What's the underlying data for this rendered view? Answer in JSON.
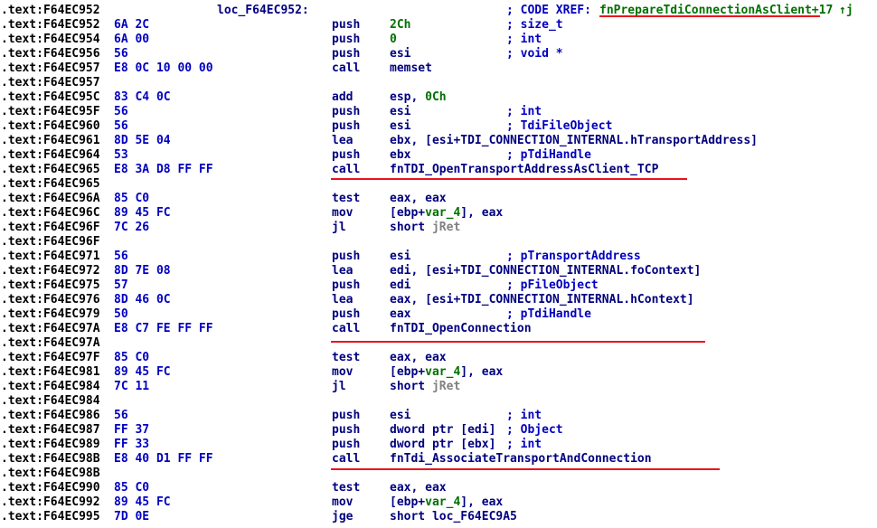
{
  "listing": {
    "rows": [
      {
        "addr": ".text:F64EC952",
        "bytes": "",
        "label": "loc_F64EC952:",
        "mnem": "",
        "ops": [],
        "comment": "; CODE XREF: ",
        "xref": "fnPrepareTdiConnectionAsClient+17",
        "arrow": "↑j"
      },
      {
        "addr": ".text:F64EC952",
        "bytes": "6A 2C",
        "label": "",
        "mnem": "push",
        "ops": [
          {
            "t": "2Ch",
            "c": "imm"
          }
        ],
        "comment": "; size_t"
      },
      {
        "addr": ".text:F64EC954",
        "bytes": "6A 00",
        "label": "",
        "mnem": "push",
        "ops": [
          {
            "t": "0",
            "c": "imm"
          }
        ],
        "comment": "; int"
      },
      {
        "addr": ".text:F64EC956",
        "bytes": "56",
        "label": "",
        "mnem": "push",
        "ops": [
          {
            "t": "esi"
          }
        ],
        "comment": "; void *"
      },
      {
        "addr": ".text:F64EC957",
        "bytes": "E8 0C 10 00 00",
        "label": "",
        "mnem": "call",
        "ops": [
          {
            "t": "memset"
          }
        ],
        "comment": ""
      },
      {
        "addr": ".text:F64EC957",
        "bytes": "",
        "label": "",
        "mnem": "",
        "ops": [],
        "comment": ""
      },
      {
        "addr": ".text:F64EC95C",
        "bytes": "83 C4 0C",
        "label": "",
        "mnem": "add",
        "ops": [
          {
            "t": "esp, "
          },
          {
            "t": "0Ch",
            "c": "imm"
          }
        ],
        "comment": ""
      },
      {
        "addr": ".text:F64EC95F",
        "bytes": "56",
        "label": "",
        "mnem": "push",
        "ops": [
          {
            "t": "esi"
          }
        ],
        "comment": "; int"
      },
      {
        "addr": ".text:F64EC960",
        "bytes": "56",
        "label": "",
        "mnem": "push",
        "ops": [
          {
            "t": "esi"
          }
        ],
        "comment": "; TdiFileObject"
      },
      {
        "addr": ".text:F64EC961",
        "bytes": "8D 5E 04",
        "label": "",
        "mnem": "lea",
        "ops": [
          {
            "t": "ebx, [esi+TDI_CONNECTION_INTERNAL.hTransportAddress]"
          }
        ],
        "comment": ""
      },
      {
        "addr": ".text:F64EC964",
        "bytes": "53",
        "label": "",
        "mnem": "push",
        "ops": [
          {
            "t": "ebx"
          }
        ],
        "comment": "; pTdiHandle"
      },
      {
        "addr": ".text:F64EC965",
        "bytes": "E8 3A D8 FF FF",
        "label": "",
        "mnem": "call",
        "ops": [
          {
            "t": "fnTDI_OpenTransportAddressAsClient_TCP"
          }
        ],
        "comment": ""
      },
      {
        "addr": ".text:F64EC965",
        "bytes": "",
        "label": "",
        "mnem": "",
        "ops": [],
        "comment": ""
      },
      {
        "addr": ".text:F64EC96A",
        "bytes": "85 C0",
        "label": "",
        "mnem": "test",
        "ops": [
          {
            "t": "eax, eax"
          }
        ],
        "comment": ""
      },
      {
        "addr": ".text:F64EC96C",
        "bytes": "89 45 FC",
        "label": "",
        "mnem": "mov",
        "ops": [
          {
            "t": "[ebp+"
          },
          {
            "t": "var_4",
            "c": "imm"
          },
          {
            "t": "], eax"
          }
        ],
        "comment": ""
      },
      {
        "addr": ".text:F64EC96F",
        "bytes": "7C 26",
        "label": "",
        "mnem": "jl",
        "ops": [
          {
            "t": "short "
          },
          {
            "t": "jRet",
            "c": "gray"
          }
        ],
        "comment": ""
      },
      {
        "addr": ".text:F64EC96F",
        "bytes": "",
        "label": "",
        "mnem": "",
        "ops": [],
        "comment": ""
      },
      {
        "addr": ".text:F64EC971",
        "bytes": "56",
        "label": "",
        "mnem": "push",
        "ops": [
          {
            "t": "esi"
          }
        ],
        "comment": "; pTransportAddress"
      },
      {
        "addr": ".text:F64EC972",
        "bytes": "8D 7E 08",
        "label": "",
        "mnem": "lea",
        "ops": [
          {
            "t": "edi, [esi+TDI_CONNECTION_INTERNAL.foContext]"
          }
        ],
        "comment": ""
      },
      {
        "addr": ".text:F64EC975",
        "bytes": "57",
        "label": "",
        "mnem": "push",
        "ops": [
          {
            "t": "edi"
          }
        ],
        "comment": "; pFileObject"
      },
      {
        "addr": ".text:F64EC976",
        "bytes": "8D 46 0C",
        "label": "",
        "mnem": "lea",
        "ops": [
          {
            "t": "eax, [esi+TDI_CONNECTION_INTERNAL.hContext]"
          }
        ],
        "comment": ""
      },
      {
        "addr": ".text:F64EC979",
        "bytes": "50",
        "label": "",
        "mnem": "push",
        "ops": [
          {
            "t": "eax"
          }
        ],
        "comment": "; pTdiHandle"
      },
      {
        "addr": ".text:F64EC97A",
        "bytes": "E8 C7 FE FF FF",
        "label": "",
        "mnem": "call",
        "ops": [
          {
            "t": "fnTDI_OpenConnection"
          }
        ],
        "comment": ""
      },
      {
        "addr": ".text:F64EC97A",
        "bytes": "",
        "label": "",
        "mnem": "",
        "ops": [],
        "comment": ""
      },
      {
        "addr": ".text:F64EC97F",
        "bytes": "85 C0",
        "label": "",
        "mnem": "test",
        "ops": [
          {
            "t": "eax, eax"
          }
        ],
        "comment": ""
      },
      {
        "addr": ".text:F64EC981",
        "bytes": "89 45 FC",
        "label": "",
        "mnem": "mov",
        "ops": [
          {
            "t": "[ebp+"
          },
          {
            "t": "var_4",
            "c": "imm"
          },
          {
            "t": "], eax"
          }
        ],
        "comment": ""
      },
      {
        "addr": ".text:F64EC984",
        "bytes": "7C 11",
        "label": "",
        "mnem": "jl",
        "ops": [
          {
            "t": "short "
          },
          {
            "t": "jRet",
            "c": "gray"
          }
        ],
        "comment": ""
      },
      {
        "addr": ".text:F64EC984",
        "bytes": "",
        "label": "",
        "mnem": "",
        "ops": [],
        "comment": ""
      },
      {
        "addr": ".text:F64EC986",
        "bytes": "56",
        "label": "",
        "mnem": "push",
        "ops": [
          {
            "t": "esi"
          }
        ],
        "comment": "; int"
      },
      {
        "addr": ".text:F64EC987",
        "bytes": "FF 37",
        "label": "",
        "mnem": "push",
        "ops": [
          {
            "t": "dword ptr [edi]"
          }
        ],
        "comment": "; Object"
      },
      {
        "addr": ".text:F64EC989",
        "bytes": "FF 33",
        "label": "",
        "mnem": "push",
        "ops": [
          {
            "t": "dword ptr [ebx]"
          }
        ],
        "comment": "; int"
      },
      {
        "addr": ".text:F64EC98B",
        "bytes": "E8 40 D1 FF FF",
        "label": "",
        "mnem": "call",
        "ops": [
          {
            "t": "fnTdi_AssociateTransportAndConnection"
          }
        ],
        "comment": ""
      },
      {
        "addr": ".text:F64EC98B",
        "bytes": "",
        "label": "",
        "mnem": "",
        "ops": [],
        "comment": ""
      },
      {
        "addr": ".text:F64EC990",
        "bytes": "85 C0",
        "label": "",
        "mnem": "test",
        "ops": [
          {
            "t": "eax, eax"
          }
        ],
        "comment": ""
      },
      {
        "addr": ".text:F64EC992",
        "bytes": "89 45 FC",
        "label": "",
        "mnem": "mov",
        "ops": [
          {
            "t": "[ebp+"
          },
          {
            "t": "var_4",
            "c": "imm"
          },
          {
            "t": "], eax"
          }
        ],
        "comment": ""
      },
      {
        "addr": ".text:F64EC995",
        "bytes": "7D 0E",
        "label": "",
        "mnem": "jge",
        "ops": [
          {
            "t": "short loc_F64EC9A5"
          }
        ],
        "comment": ""
      }
    ]
  },
  "colors": {
    "background": "#ffffff",
    "address": "#000000",
    "code": "#000080",
    "immediate": "#007000",
    "comment": "#0000c0",
    "greyed_label": "#808080",
    "annotation_underline": "#e8141e"
  }
}
